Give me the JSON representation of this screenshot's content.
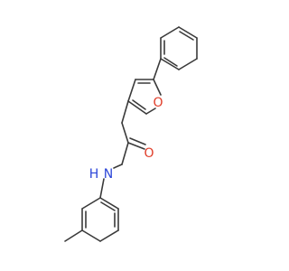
{
  "molecule": {
    "atoms": {
      "oxygen_ring": {
        "symbol": "O",
        "color": "#e03c28"
      },
      "oxygen_carbonyl": {
        "symbol": "O",
        "color": "#e03c28"
      },
      "nitrogen_amide": {
        "symbol": "N",
        "color": "#2b45d8"
      },
      "hydrogen_amide": {
        "symbol": "H",
        "color": "#2b45d8"
      }
    },
    "bond_color": "#3a3a3a",
    "background": "#ffffff"
  }
}
